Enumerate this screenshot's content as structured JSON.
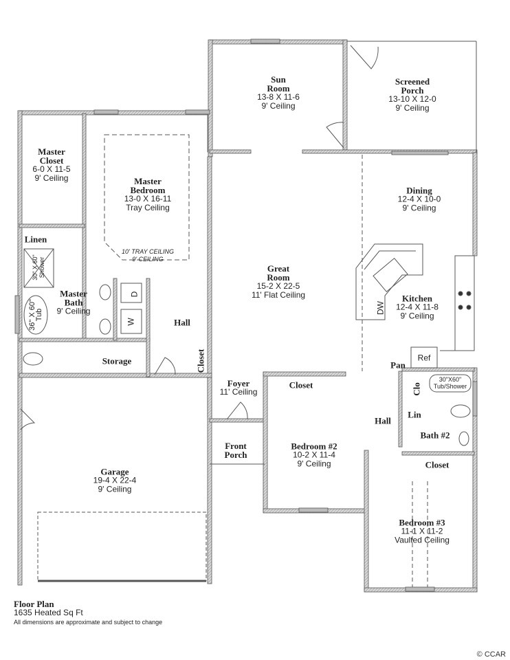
{
  "rooms": {
    "master_closet": {
      "name": "Master Closet",
      "dims": "6-0 X 11-5",
      "ceiling": "9' Ceiling"
    },
    "master_bedroom": {
      "name": "Master Bedroom",
      "dims": "13-0 X 16-11",
      "ceiling": "Tray Ceiling",
      "tray_note": "10' TRAY CEILING",
      "tray_note2": "9' CEILING"
    },
    "linen": {
      "name": "Linen"
    },
    "shower": {
      "name": "30\" X 60\" Shower"
    },
    "tub": {
      "name": "36\" X 60\" Tub"
    },
    "master_bath": {
      "name": "Master Bath",
      "ceiling": "9' Ceiling"
    },
    "washer": {
      "name": "W"
    },
    "dryer": {
      "name": "D"
    },
    "hall_master": {
      "name": "Hall"
    },
    "storage": {
      "name": "Storage"
    },
    "hall_closet": {
      "name": "Closet"
    },
    "sun_room": {
      "name": "Sun Room",
      "dims": "13-8 X 11-6",
      "ceiling": "9' Ceiling"
    },
    "screened_porch": {
      "name": "Screened Porch",
      "dims": "13-10 X 12-0",
      "ceiling": "9' Ceiling"
    },
    "great_room": {
      "name": "Great Room",
      "dims": "15-2 X 22-5",
      "ceiling": "11' Flat Ceiling"
    },
    "dining": {
      "name": "Dining",
      "dims": "12-4 X 10-0",
      "ceiling": "9' Ceiling"
    },
    "kitchen": {
      "name": "Kitchen",
      "dims": "12-4 X 11-8",
      "ceiling": "9' Ceiling"
    },
    "dishwasher": {
      "name": "DW"
    },
    "pantry": {
      "name": "Pan"
    },
    "refrigerator": {
      "name": "Ref"
    },
    "clo": {
      "name": "Clo"
    },
    "tub_shower": {
      "name": "30\"X60\" Tub/Shower"
    },
    "lin": {
      "name": "Lin"
    },
    "hall_bedrooms": {
      "name": "Hall"
    },
    "bath2": {
      "name": "Bath #2"
    },
    "foyer": {
      "name": "Foyer",
      "ceiling": "11' Ceiling"
    },
    "front_porch": {
      "name": "Front Porch"
    },
    "bedroom2_closet": {
      "name": "Closet"
    },
    "bedroom2": {
      "name": "Bedroom #2",
      "dims": "10-2 X 11-4",
      "ceiling": "9' Ceiling"
    },
    "bedroom3_closet": {
      "name": "Closet"
    },
    "bedroom3": {
      "name": "Bedroom #3",
      "dims": "11-1 X 11-2",
      "ceiling": "Vaulted Ceiling"
    },
    "garage": {
      "name": "Garage",
      "dims": "19-4 X 22-4",
      "ceiling": "9' Ceiling"
    }
  },
  "footer": {
    "title": "Floor Plan",
    "sqft": "1635 Heated Sq Ft",
    "note": "All dimensions are approximate and subject to change"
  },
  "copyright": "© CCAR"
}
